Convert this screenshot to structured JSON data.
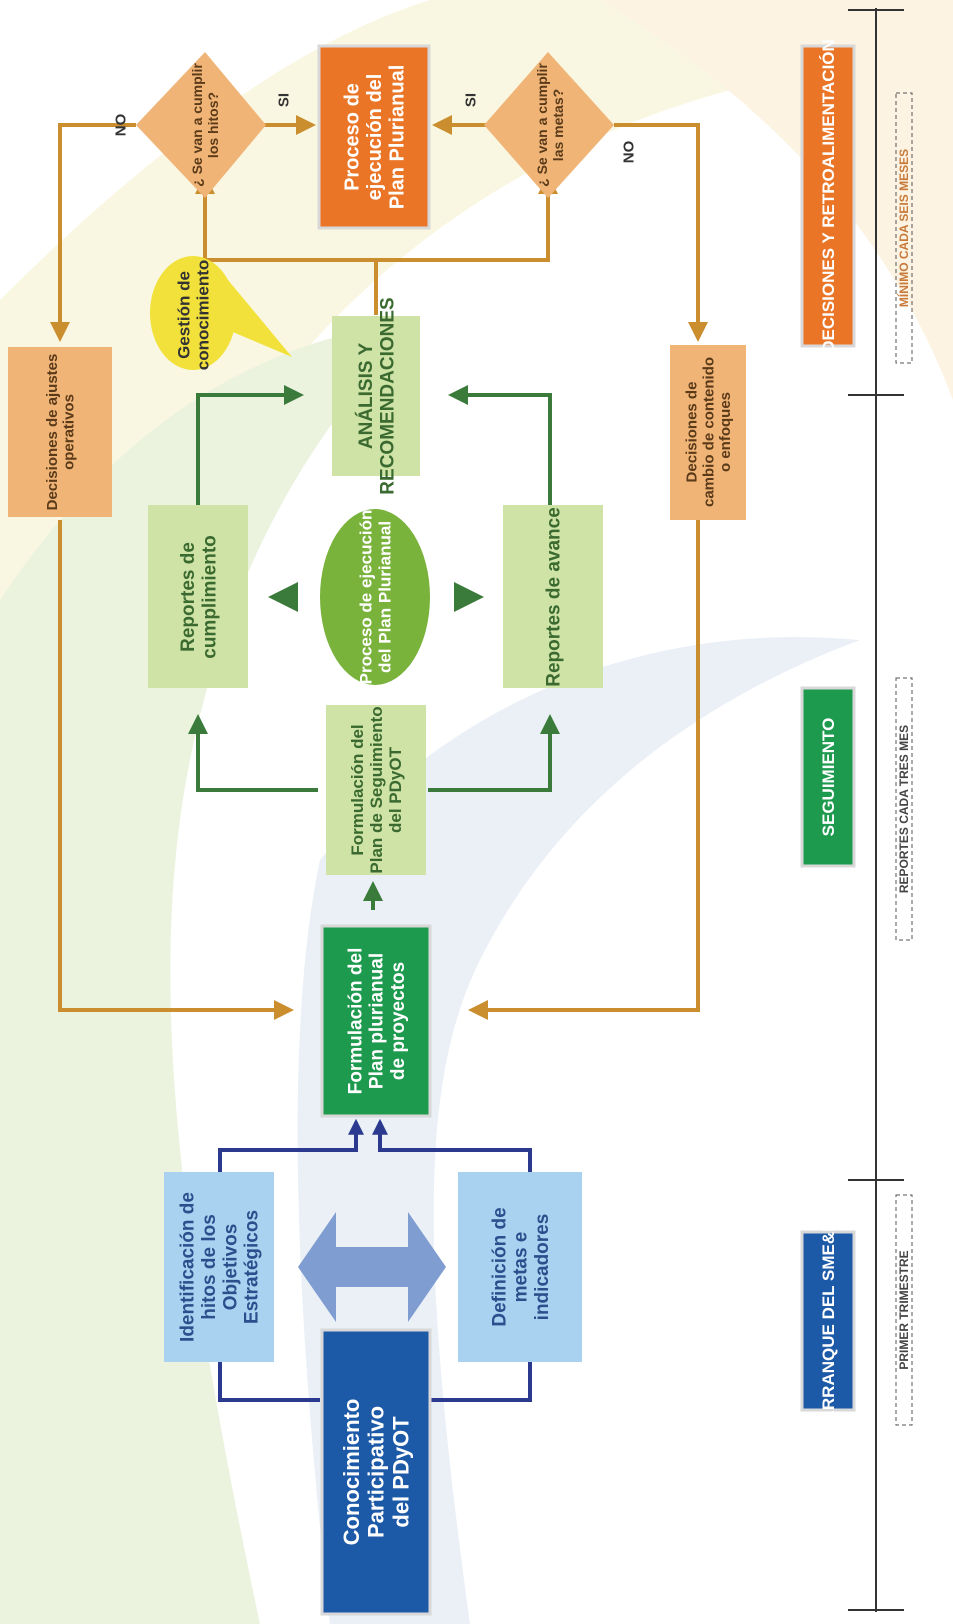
{
  "colors": {
    "dark_blue": "#1c5aa7",
    "light_blue": "#a9d2f0",
    "dark_green": "#1e9a4f",
    "light_green": "#cfe3a7",
    "green_oval": "#7ab33c",
    "orange": "#ea7526",
    "light_orange": "#f0b477",
    "yellow": "#f2e13b",
    "arrow_gold": "#cb8e2e",
    "arrow_green": "#3a7a3a",
    "arrow_navy": "#2b3a8f",
    "double_arrow": "#7f9dd1"
  },
  "diagram": {
    "nodes": {
      "conocimiento": [
        "Conocimiento",
        "Participativo",
        "del PDyOT"
      ],
      "identificacion": [
        "Identificación de",
        "hitos de los",
        "Objetivos",
        "Estratégicos"
      ],
      "definicion": [
        "Definición de",
        "metas e",
        "indicadores"
      ],
      "formulacion_plan": [
        "Formulación del",
        "Plan plurianual",
        "de proyectos"
      ],
      "formulacion_seguimiento": [
        "Formulación del",
        "Plan de Seguimiento",
        "del PDyOT"
      ],
      "reportes_cumplimiento": [
        "Reportes de",
        "cumplimiento"
      ],
      "proceso_oval": [
        "Proceso de ejecución",
        "del Plan Plurianual"
      ],
      "reportes_avance": [
        "Reportes de avance"
      ],
      "analisis": [
        "ANÁLISIS Y",
        "RECOMENDACIONES"
      ],
      "gestion": [
        "Gestión de",
        "conocimiento"
      ],
      "decisiones_ajustes": [
        "Decisiones de ajustes",
        "operativos"
      ],
      "decisiones_cambio": [
        "Decisiones de",
        "cambio de contenido",
        "o enfoques"
      ],
      "hitos_q": [
        "¿ Se van a cumplir",
        "los hitos?"
      ],
      "metas_q": [
        "¿ Se van a cumplir",
        "las metas?"
      ],
      "proceso_ejecucion": [
        "Proceso de",
        "ejecución del",
        "Plan Plurianual"
      ]
    },
    "branch_labels": {
      "no_top": "NO",
      "si_top": "SI",
      "si_bottom": "SI",
      "no_bottom": "NO"
    },
    "phases": {
      "arranque": "ARRANQUE DEL SME&R",
      "seguimiento": "SEGUIMIENTO",
      "decisiones": "DECISIONES Y RETROALIMENTACIÓN"
    },
    "timing": {
      "arranque": "PRIMER TRIMESTRE",
      "seguimiento": "REPORTES CADA TRES MES",
      "decisiones": "MÍNIMO CADA SEIS MESES"
    }
  }
}
